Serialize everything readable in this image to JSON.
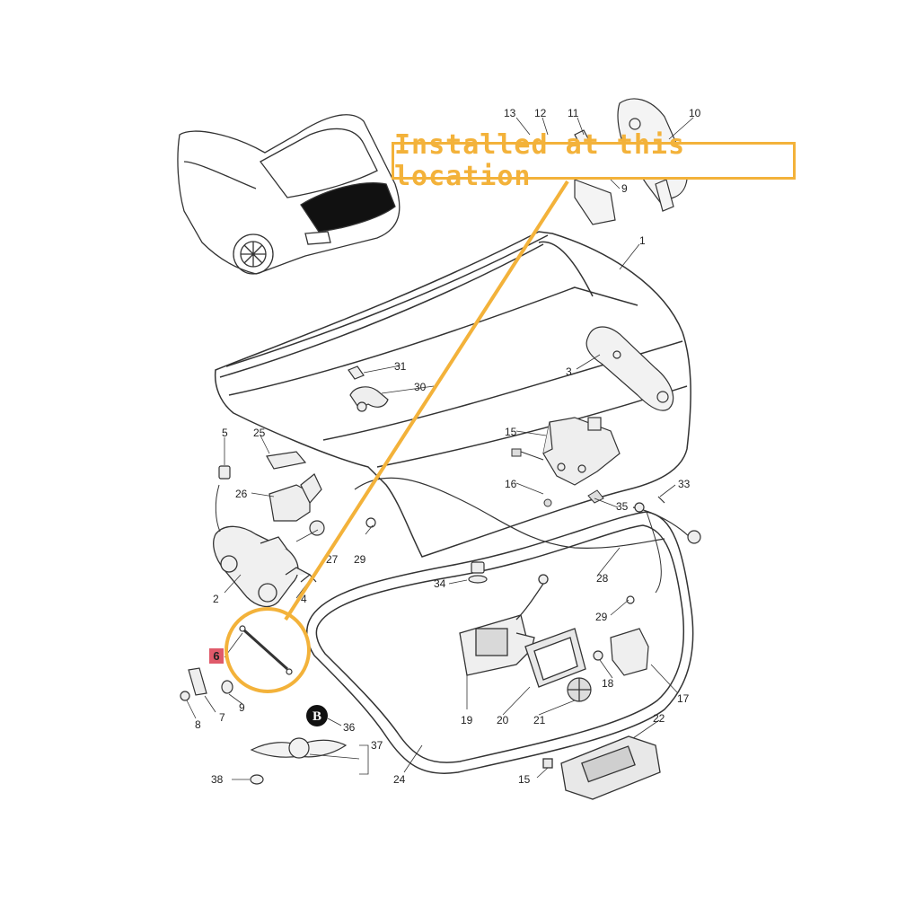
{
  "callout": {
    "text": "Installed at this location",
    "color": "#f3b23a"
  },
  "highlight": {
    "part": "6",
    "color": "#e05a6a"
  },
  "labels": {
    "n1": "1",
    "n2": "2",
    "n3": "3",
    "n4": "4",
    "n5": "5",
    "n7": "7",
    "n8": "8",
    "n9a": "9",
    "n9b": "9",
    "n10": "10",
    "n11": "11",
    "n12": "12",
    "n13": "13",
    "n15a": "15",
    "n15b": "15",
    "n16": "16",
    "n17": "17",
    "n18": "18",
    "n19": "19",
    "n20": "20",
    "n21": "21",
    "n22": "22",
    "n24": "24",
    "n25": "25",
    "n26": "26",
    "n27": "27",
    "n28": "28",
    "n29a": "29",
    "n29b": "29",
    "n30": "30",
    "n31": "31",
    "n33": "33",
    "n34": "34",
    "n35": "35",
    "n36": "36",
    "n37": "37",
    "n38": "38"
  },
  "icons": [
    "car-thumbnail-icon",
    "bentley-b-badge-icon",
    "winged-b-emblem-icon"
  ]
}
